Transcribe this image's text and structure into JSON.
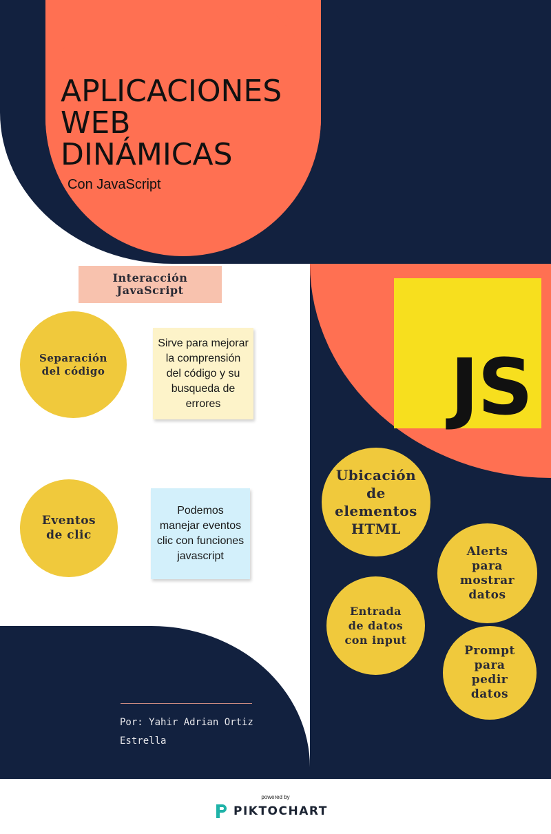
{
  "header": {
    "title_lines": [
      "APLICACIONES",
      "WEB",
      "DINÁMICAS"
    ],
    "subtitle": "Con JavaScript"
  },
  "tag": {
    "label_line1": "Interacción",
    "label_line2": "JavaScript"
  },
  "left_items": [
    {
      "circle_line1": "Separación",
      "circle_line2": "del código",
      "note": "Sirve para mejorar la comprensión del código y su busqueda de errores"
    },
    {
      "circle_line1": "Eventos",
      "circle_line2": "de clic",
      "note": "Podemos manejar eventos clic con funciones javascript"
    }
  ],
  "js_logo": {
    "text": "JS"
  },
  "right_items": [
    {
      "lines": [
        "Ubicación",
        "de",
        "elementos",
        "HTML"
      ]
    },
    {
      "lines": [
        "Alerts",
        "para",
        "mostrar",
        "datos"
      ]
    },
    {
      "lines": [
        "Entrada",
        "de datos",
        "con input"
      ]
    },
    {
      "lines": [
        "Prompt",
        "para",
        "pedir",
        "datos"
      ]
    }
  ],
  "author": {
    "line1": "Por: Yahir Adrian Ortiz",
    "line2": "Estrella"
  },
  "footer": {
    "powered_by": "powered by",
    "brand": "PIKTOCHART"
  },
  "colors": {
    "navy": "#12213f",
    "coral": "#ff7052",
    "yellow": "#f0c93c",
    "js_yellow": "#f7df1e",
    "tag_peach": "#f8c2ae",
    "note_yellow": "#fdf3c9",
    "note_blue": "#d3f0fb"
  }
}
